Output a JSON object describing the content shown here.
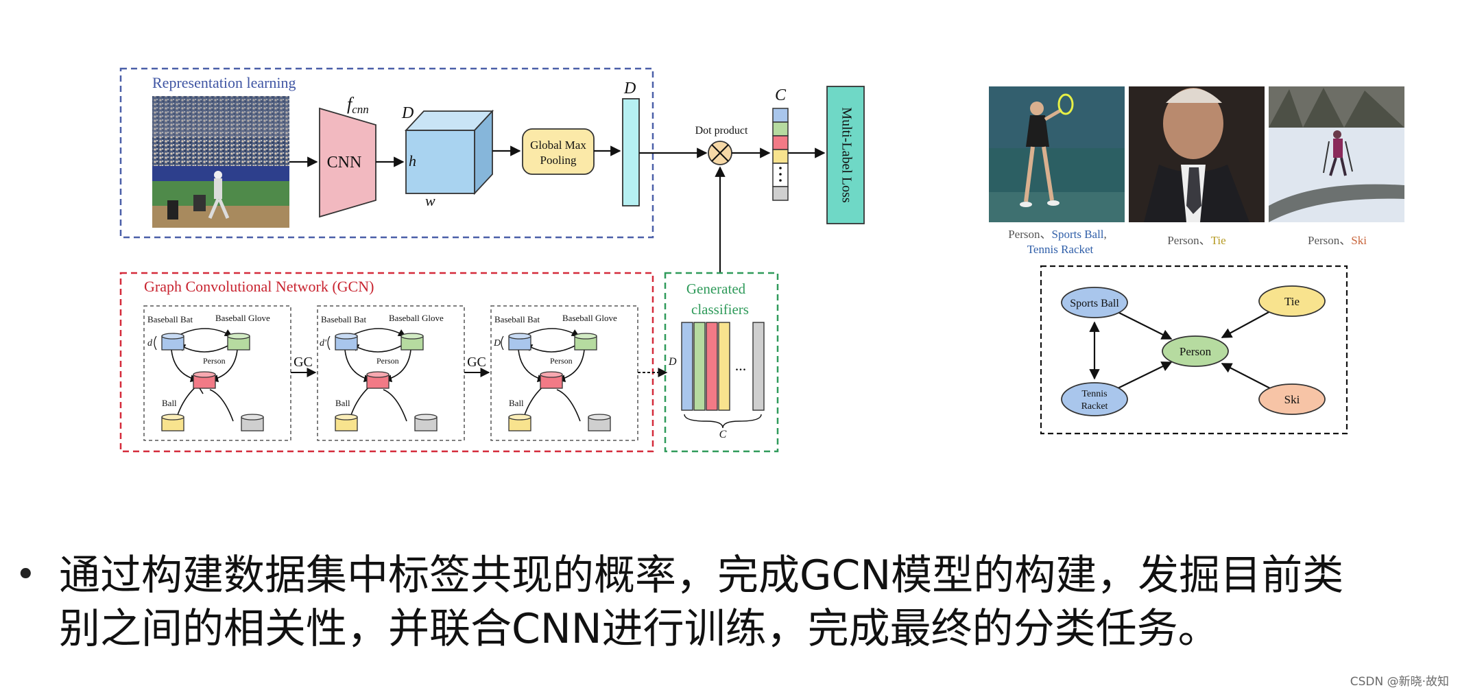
{
  "representation": {
    "title": "Representation learning",
    "cnn_label": "CNN",
    "fcnn_label": "f",
    "fcnn_sub": "cnn",
    "dim_D": "D",
    "dim_h": "h",
    "dim_w": "w",
    "pool_line1": "Global Max",
    "pool_line2": "Pooling",
    "vector_D": "D"
  },
  "dot_product_label": "Dot product",
  "classes_C": "C",
  "loss_label": "Multi-Label Loss",
  "gcn": {
    "title": "Graph Convolutional Network (GCN)",
    "gc1": "GC",
    "gc2": "GC",
    "d_label": "d",
    "d_prime_label": "d'",
    "D_label": "D",
    "graphs": [
      {
        "bat": "Baseball Bat",
        "glove": "Baseball Glove",
        "person": "Person",
        "ball": "Ball"
      },
      {
        "bat": "Baseball Bat",
        "glove": "Baseball Glove",
        "person": "Person",
        "ball": "Ball"
      },
      {
        "bat": "Baseball Bat",
        "glove": "Baseball Glove",
        "person": "Person",
        "ball": "Ball"
      }
    ]
  },
  "classifiers": {
    "title_line1": "Generated",
    "title_line2": "classifiers",
    "D": "D",
    "C": "C",
    "ellipsis": "..."
  },
  "examples": {
    "captions": [
      {
        "parts": [
          "Person",
          "、",
          "Sports Ball",
          ","
        ],
        "line2": "Tennis Racket"
      },
      {
        "parts": [
          "Person",
          "、",
          "Tie"
        ]
      },
      {
        "parts": [
          "Person",
          "、",
          "Ski"
        ]
      }
    ]
  },
  "label_graph": {
    "sports_ball": "Sports Ball",
    "tie": "Tie",
    "person": "Person",
    "tennis_line1": "Tennis",
    "tennis_line2": "Racket",
    "ski": "Ski"
  },
  "bullet": {
    "line1": "通过构建数据集中标签共现的概率，完成GCN模型的构建，发掘目前类",
    "line2": "别之间的相关性，并联合CNN进行训练，完成最终的分类任务。"
  },
  "watermark": "CSDN @新晓·故知",
  "colors": {
    "rep_border": "#4a5fa8",
    "gcn_border": "#d42a3a",
    "classifier_border": "#2f9a5a",
    "cnn_fill": "#f2b9c0",
    "cube_fill": "#a9d3f0",
    "pool_fill": "#fbe9a8",
    "vector_fill": "#b6f0f2",
    "loss_fill": "#6fd8c6",
    "node_blue": "#a9c6ec",
    "node_green": "#b6dba0",
    "node_red": "#f27a86",
    "node_yellow": "#f8e38e",
    "node_gray": "#cfcfcf",
    "node_orange": "#f7c4a6"
  }
}
